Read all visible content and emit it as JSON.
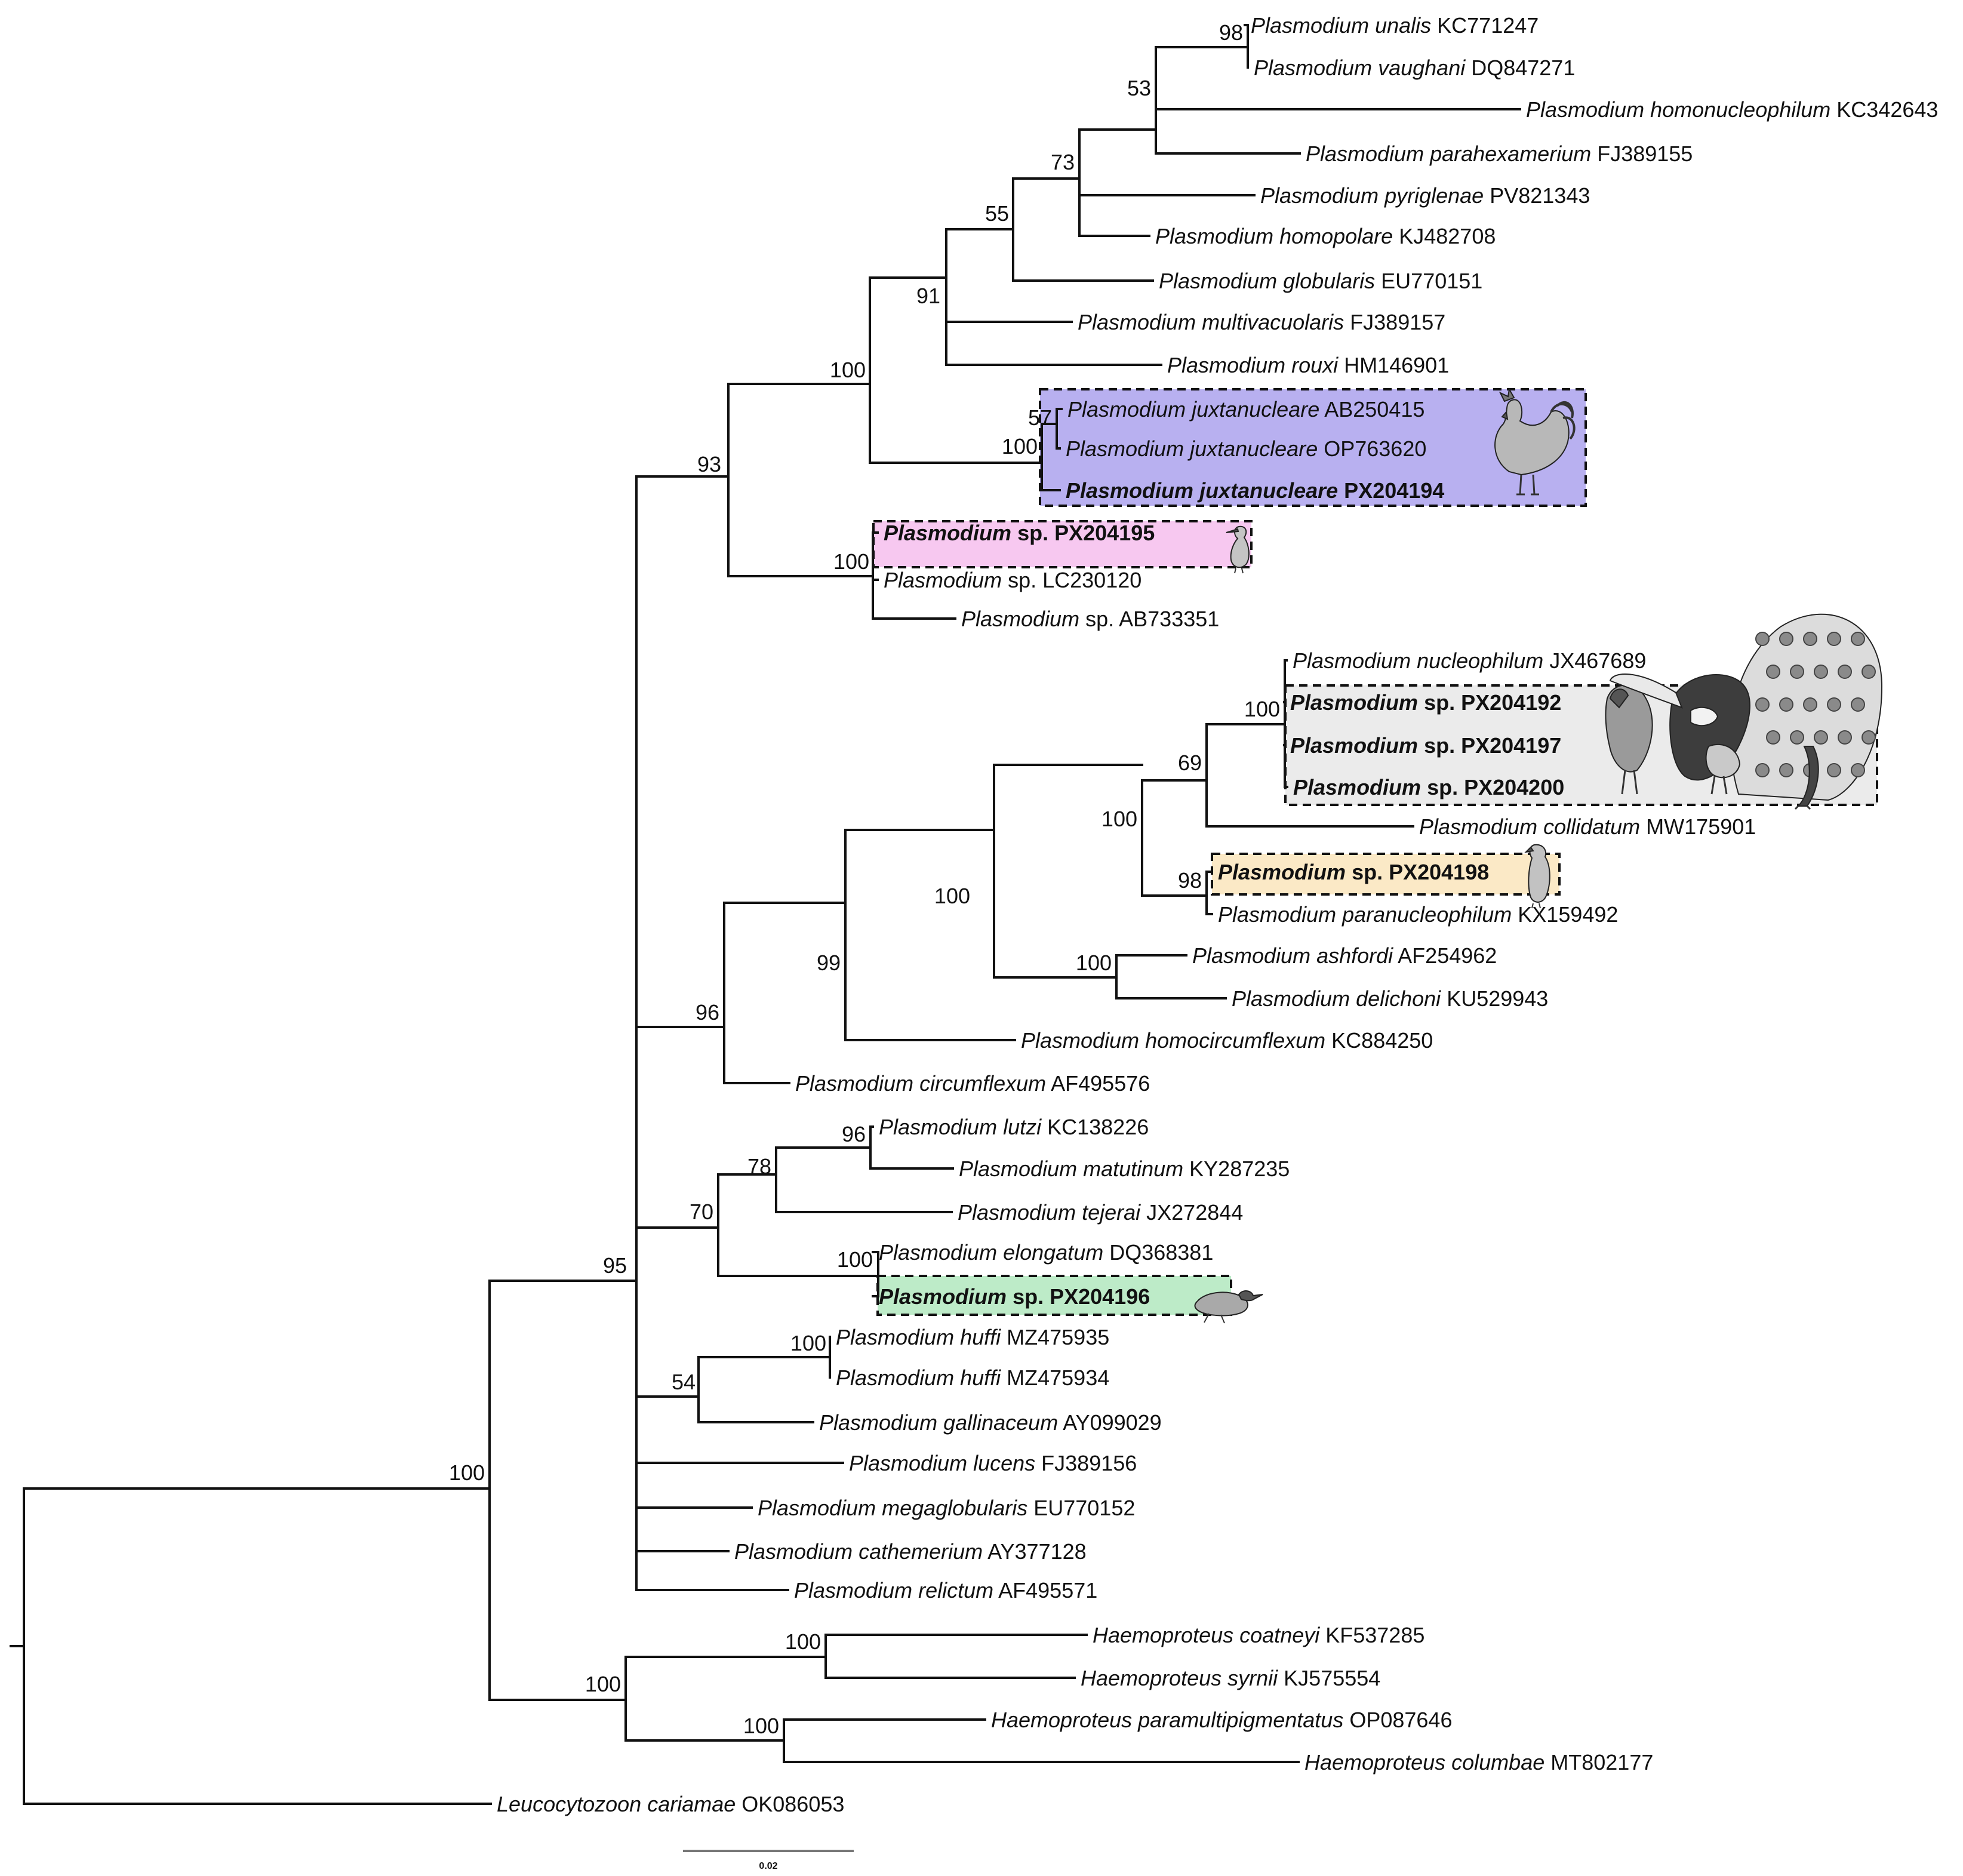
{
  "tree": {
    "tips": [
      {
        "genus": "Plasmodium",
        "species": "unalis",
        "accession": "KC771247"
      },
      {
        "genus": "Plasmodium",
        "species": "vaughani",
        "accession": "DQ847271"
      },
      {
        "genus": "Plasmodium",
        "species": "homonucleophilum",
        "accession": "KC342643"
      },
      {
        "genus": "Plasmodium",
        "species": "parahexamerium",
        "accession": "FJ389155"
      },
      {
        "genus": "Plasmodium",
        "species": "pyriglenae",
        "accession": "PV821343"
      },
      {
        "genus": "Plasmodium",
        "species": "homopolare",
        "accession": "KJ482708"
      },
      {
        "genus": "Plasmodium",
        "species": "globularis",
        "accession": "EU770151"
      },
      {
        "genus": "Plasmodium",
        "species": "multivacuolaris",
        "accession": "FJ389157"
      },
      {
        "genus": "Plasmodium",
        "species": "rouxi",
        "accession": "HM146901"
      },
      {
        "genus": "Plasmodium",
        "species": "juxtanucleare",
        "accession": "AB250415"
      },
      {
        "genus": "Plasmodium",
        "species": "juxtanucleare",
        "accession": "OP763620"
      },
      {
        "genus": "Plasmodium",
        "species": "juxtanucleare",
        "accession": "PX204194",
        "bold": true
      },
      {
        "genus": "Plasmodium",
        "species": "sp.",
        "accession": "PX204195",
        "bold": true
      },
      {
        "genus": "Plasmodium",
        "species": "sp.",
        "accession": "LC230120"
      },
      {
        "genus": "Plasmodium",
        "species": "sp.",
        "accession": "AB733351"
      },
      {
        "genus": "Plasmodium",
        "species": "nucleophilum",
        "accession": "JX467689"
      },
      {
        "genus": "Plasmodium",
        "species": "sp.",
        "accession": "PX204192",
        "bold": true
      },
      {
        "genus": "Plasmodium",
        "species": "sp.",
        "accession": "PX204197",
        "bold": true
      },
      {
        "genus": "Plasmodium",
        "species": "sp.",
        "accession": "PX204200",
        "bold": true
      },
      {
        "genus": "Plasmodium",
        "species": "collidatum",
        "accession": "MW175901"
      },
      {
        "genus": "Plasmodium",
        "species": "sp.",
        "accession": "PX204198",
        "bold": true
      },
      {
        "genus": "Plasmodium",
        "species": "paranucleophilum",
        "accession": "KX159492"
      },
      {
        "genus": "Plasmodium",
        "species": "ashfordi",
        "accession": "AF254962"
      },
      {
        "genus": "Plasmodium",
        "species": "delichoni",
        "accession": "KU529943"
      },
      {
        "genus": "Plasmodium",
        "species": "homocircumflexum",
        "accession": "KC884250"
      },
      {
        "genus": "Plasmodium",
        "species": "circumflexum",
        "accession": "AF495576"
      },
      {
        "genus": "Plasmodium",
        "species": "lutzi",
        "accession": "KC138226"
      },
      {
        "genus": "Plasmodium",
        "species": "matutinum",
        "accession": "KY287235"
      },
      {
        "genus": "Plasmodium",
        "species": "tejerai",
        "accession": "JX272844"
      },
      {
        "genus": "Plasmodium",
        "species": "elongatum",
        "accession": "DQ368381"
      },
      {
        "genus": "Plasmodium",
        "species": "sp.",
        "accession": "PX204196",
        "bold": true
      },
      {
        "genus": "Plasmodium",
        "species": "huffi",
        "accession": "MZ475935"
      },
      {
        "genus": "Plasmodium",
        "species": "huffi",
        "accession": "MZ475934"
      },
      {
        "genus": "Plasmodium",
        "species": "gallinaceum",
        "accession": "AY099029"
      },
      {
        "genus": "Plasmodium",
        "species": "lucens",
        "accession": "FJ389156"
      },
      {
        "genus": "Plasmodium",
        "species": "megaglobularis",
        "accession": "EU770152"
      },
      {
        "genus": "Plasmodium",
        "species": "cathemerium",
        "accession": "AY377128"
      },
      {
        "genus": "Plasmodium",
        "species": "relictum",
        "accession": "AF495571"
      },
      {
        "genus": "Haemoproteus",
        "species": "coatneyi",
        "accession": "KF537285"
      },
      {
        "genus": "Haemoproteus",
        "species": "syrnii",
        "accession": "KJ575554"
      },
      {
        "genus": "Haemoproteus",
        "species": "paramultipigmentatus",
        "accession": "OP087646"
      },
      {
        "genus": "Haemoproteus",
        "species": "columbae",
        "accession": "MT802177"
      },
      {
        "genus": "Leucocytozoon",
        "species": "cariamae",
        "accession": "OK086053"
      }
    ],
    "support_values": [
      "98",
      "53",
      "73",
      "55",
      "91",
      "100",
      "57",
      "100",
      "93",
      "100",
      "100",
      "69",
      "100",
      "98",
      "100",
      "100",
      "99",
      "96",
      "96",
      "78",
      "70",
      "100",
      "100",
      "54",
      "95",
      "100",
      "100",
      "100",
      "100"
    ],
    "scale_bar": {
      "label": "0.02"
    },
    "highlight_colors": {
      "juxtanucleare_clade": "#b8b0f0",
      "px204195_clade": "#f7c8f0",
      "nucleophilum_clade": "#ebebeb",
      "px204198_clade": "#fbe9c6",
      "px204196_clade": "#bdebc8"
    },
    "bird_icons": [
      "rooster-icon",
      "heron-icon",
      "toucan-parrot-peacock-icon",
      "falcon-icon",
      "rail-icon"
    ]
  }
}
